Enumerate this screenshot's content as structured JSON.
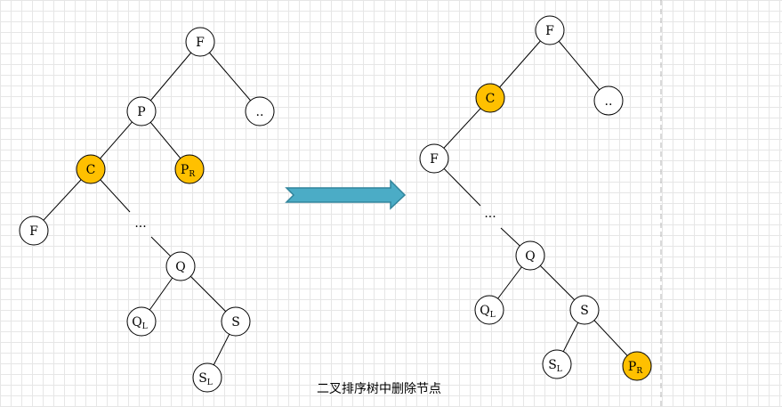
{
  "colors": {
    "highlight": "#FFC000",
    "node_fill": "#FFFFFF",
    "stroke": "#000000",
    "arrow_fill": "#4BACC6",
    "arrow_stroke": "#31849B",
    "divider": "#B3B3B3"
  },
  "caption": "二叉排序树中删除节点",
  "ellipsis": "...",
  "before": {
    "nodes": {
      "F": {
        "label": "F",
        "sub": ""
      },
      "P": {
        "label": "P",
        "sub": ""
      },
      "more": {
        "label": "..",
        "sub": ""
      },
      "C": {
        "label": "C",
        "sub": ""
      },
      "PR": {
        "label": "P",
        "sub": "R"
      },
      "FL": {
        "label": "F",
        "sub": ""
      },
      "Q": {
        "label": "Q",
        "sub": ""
      },
      "QL": {
        "label": "Q",
        "sub": "L"
      },
      "S": {
        "label": "S",
        "sub": ""
      },
      "SL": {
        "label": "S",
        "sub": "L"
      }
    }
  },
  "after": {
    "nodes": {
      "F": {
        "label": "F",
        "sub": ""
      },
      "C": {
        "label": "C",
        "sub": ""
      },
      "more": {
        "label": "..",
        "sub": ""
      },
      "FL": {
        "label": "F",
        "sub": ""
      },
      "Q": {
        "label": "Q",
        "sub": ""
      },
      "QL": {
        "label": "Q",
        "sub": "L"
      },
      "S": {
        "label": "S",
        "sub": ""
      },
      "SL": {
        "label": "S",
        "sub": "L"
      },
      "PR": {
        "label": "P",
        "sub": "R"
      }
    }
  }
}
